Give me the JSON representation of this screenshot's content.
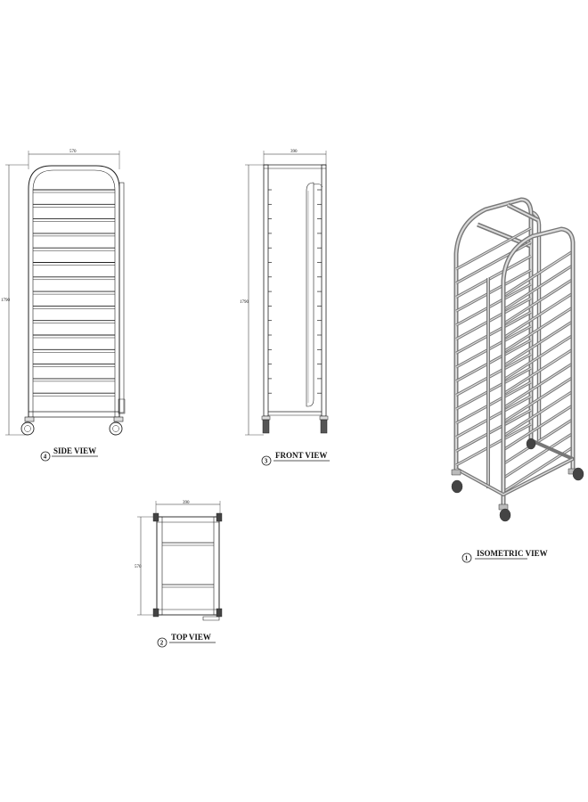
{
  "views": {
    "side": {
      "number": "4",
      "label": "SIDE VIEW",
      "width_dim": "570",
      "height_dim": "1790"
    },
    "front": {
      "number": "3",
      "label": "FRONT VIEW",
      "width_dim": "390",
      "height_dim": "1790"
    },
    "top": {
      "number": "2",
      "label": "TOP VIEW",
      "width_dim": "390",
      "depth_dim": "570"
    },
    "isometric": {
      "number": "1",
      "label": "ISOMETRIC VIEW"
    }
  },
  "rack": {
    "shelf_count": 15
  },
  "colors": {
    "line": "#222222",
    "metal": "#9a9a9a",
    "metal_light": "#d8d8d8"
  }
}
